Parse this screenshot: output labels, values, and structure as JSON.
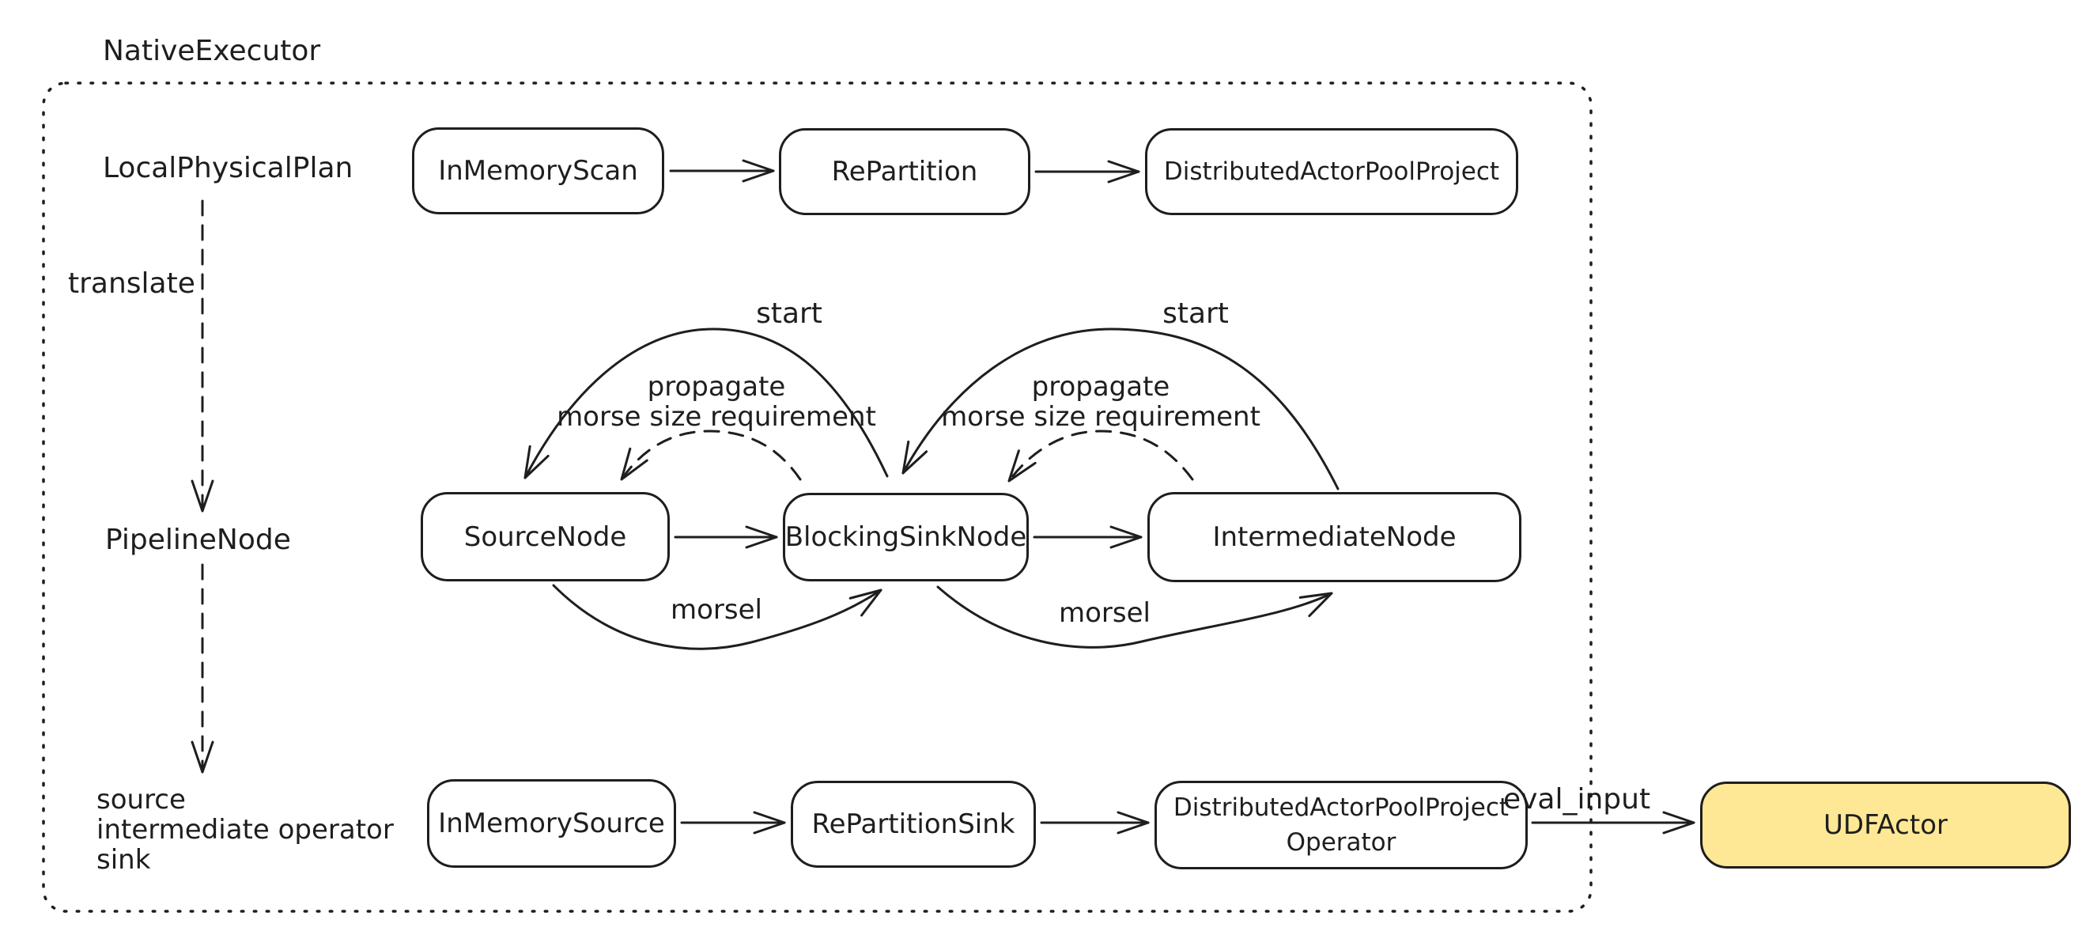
{
  "colors": {
    "stroke": "#1e1e1e",
    "background": "#ffffff",
    "udf_fill": "#ffe895"
  },
  "container": {
    "label": "NativeExecutor"
  },
  "left_column": {
    "local_physical_plan": "LocalPhysicalPlan",
    "translate": "translate",
    "pipeline_node": "PipelineNode",
    "row3_lines": [
      "source",
      "intermediate operator",
      "sink"
    ]
  },
  "nodes": {
    "in_memory_scan": "InMemoryScan",
    "re_partition": "RePartition",
    "distributed_actor_pool_project": "DistributedActorPoolProject",
    "source_node": "SourceNode",
    "blocking_sink_node": "BlockingSinkNode",
    "intermediate_node": "IntermediateNode",
    "in_memory_source": "InMemorySource",
    "re_partition_sink": "RePartitionSink",
    "dapp_operator_line1": "DistributedActorPoolProject",
    "dapp_operator_line2": "Operator",
    "udf_actor": "UDFActor"
  },
  "edge_labels": {
    "start": "start",
    "propagate_line1": "propagate",
    "propagate_line2": "morse size requirement",
    "morsel": "morsel",
    "eval_input": "eval_input"
  }
}
